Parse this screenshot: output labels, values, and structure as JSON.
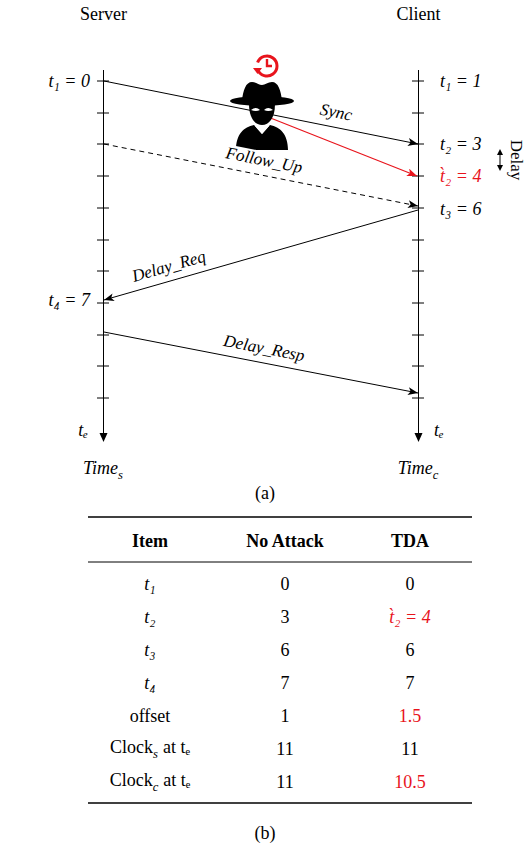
{
  "diagram": {
    "nodes": [
      {
        "text": [
          "Server"
        ]
      },
      {
        "text": [
          "Client"
        ]
      }
    ],
    "edges": [
      {
        "from": 0,
        "to": 1,
        "label": "Sync",
        "arrow": "to"
      },
      {
        "from": 0,
        "to": 1,
        "label": "Follow_Up",
        "arrow": "to"
      },
      {
        "from": 1,
        "to": 0,
        "label": "Delay_Req",
        "arrow": "to"
      },
      {
        "from": 0,
        "to": 1,
        "label": "Delay_Resp",
        "arrow": "to"
      }
    ],
    "labels": [
      "t₁ = 0",
      "t₁ = 1",
      "t₂ = 3",
      "t̀₂ = 4",
      "Delay",
      "t₃ = 6",
      "t₄ = 7",
      "tₑ",
      "tₑ",
      "Time",
      "s",
      "Time",
      "c",
      "(a)",
      "Item",
      "No Attack",
      "TDA",
      "t₁",
      "0",
      "0",
      "t₂",
      "3",
      "t̀₂ = 4",
      "t₃",
      "6",
      "6",
      "t₄",
      "7",
      "7",
      "offset",
      "1",
      "1.5",
      "Clock",
      "s",
      "at tₑ",
      "11",
      "11",
      "Clock",
      "c",
      "at tₑ",
      "11",
      "10.5",
      "(b)"
    ]
  }
}
